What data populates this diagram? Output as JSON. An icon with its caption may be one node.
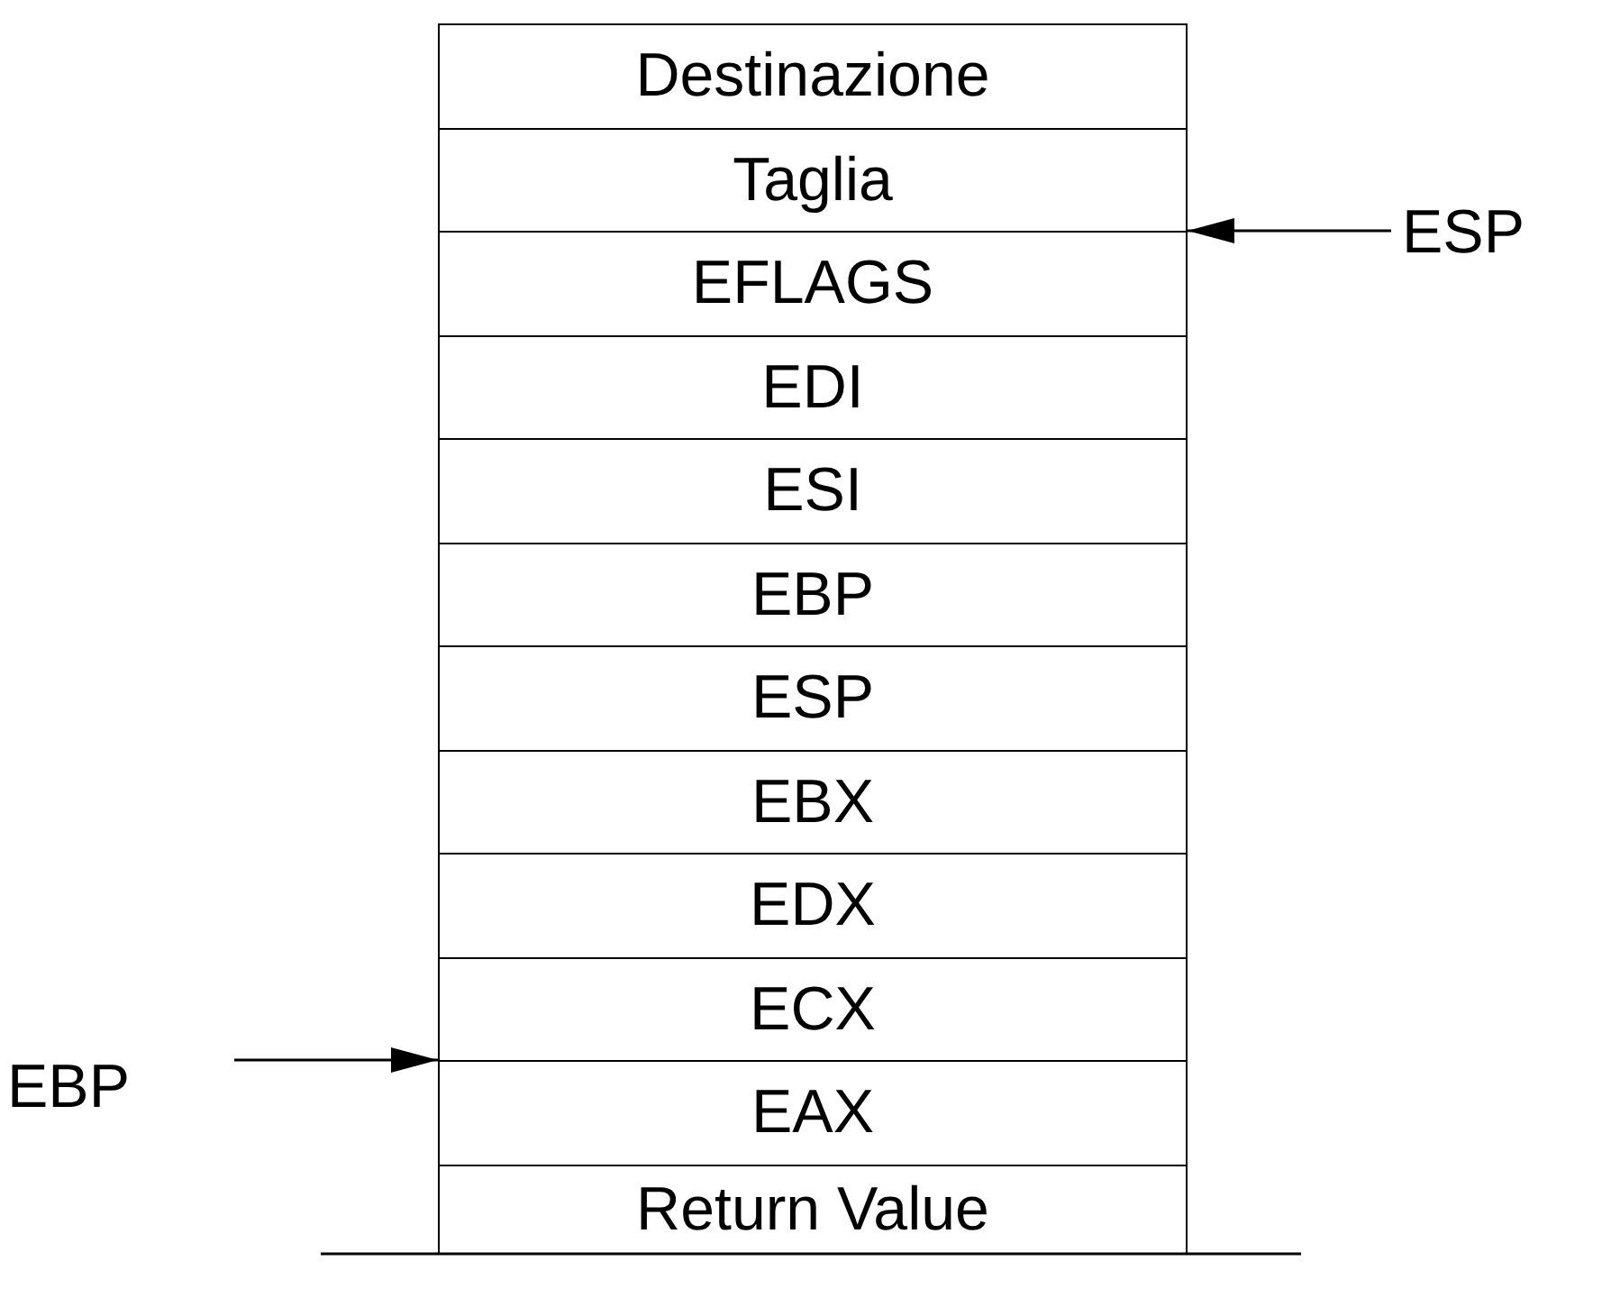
{
  "diagram": {
    "nodes": [
      {
        "text": [
          "Destinazione"
        ]
      },
      {
        "text": [
          "Taglia"
        ]
      },
      {
        "text": [
          "EFLAGS"
        ]
      },
      {
        "text": [
          "EDI"
        ]
      },
      {
        "text": [
          "ESI"
        ]
      },
      {
        "text": [
          "EBP"
        ]
      },
      {
        "text": [
          "ESP"
        ]
      },
      {
        "text": [
          "EBX"
        ]
      },
      {
        "text": [
          "EDX"
        ]
      },
      {
        "text": [
          "ECX"
        ]
      },
      {
        "text": [
          "EAX"
        ]
      },
      {
        "text": [
          "Return Value"
        ]
      },
      {
        "text": [
          "ESP"
        ]
      },
      {
        "text": [
          "EBP"
        ]
      }
    ],
    "edges": [
      {
        "from": 12,
        "to": 2,
        "arrow": "to"
      },
      {
        "from": 13,
        "to": 10,
        "arrow": "to"
      }
    ]
  }
}
